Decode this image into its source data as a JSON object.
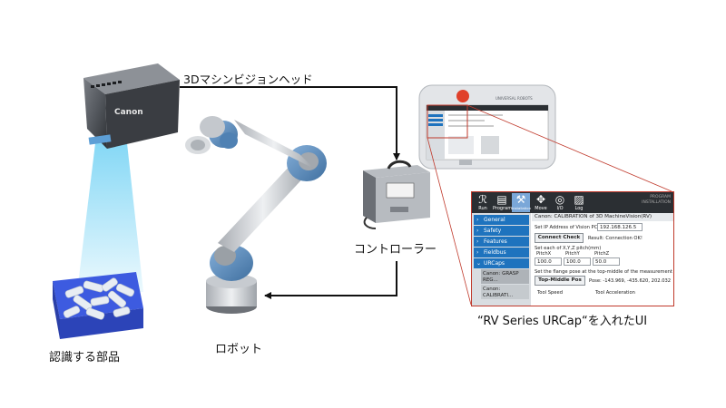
{
  "labels": {
    "vision_head": "3Dマシンビジョンヘッド",
    "controller": "コントローラー",
    "robot": "ロボット",
    "parts": "認識する部品",
    "ui_caption": "“RV Series URCap“を入れたUI"
  },
  "camera": {
    "brand": "Canon"
  },
  "pendant": {
    "brand": "UNIVERSAL ROBOTS"
  },
  "ui": {
    "top_buttons": [
      {
        "icon": "ur-logo-icon",
        "label": "Run"
      },
      {
        "icon": "program-icon",
        "label": "Program"
      },
      {
        "icon": "installation-icon",
        "label": "Installation"
      },
      {
        "icon": "move-icon",
        "label": "Move"
      },
      {
        "icon": "io-icon",
        "label": "I/O"
      },
      {
        "icon": "log-icon",
        "label": "Log"
      }
    ],
    "status": {
      "line1": "PROGRAM",
      "line2": "INSTALLATION"
    },
    "sidebar": {
      "items": [
        "General",
        "Safety",
        "Features",
        "Fieldbus",
        "URCaps"
      ],
      "subitems": [
        "Canon: GRASP REG...",
        "Canon: CALIBRATI..."
      ]
    },
    "main": {
      "title": "Canon: CALIBRATION of 3D MachineVision(RV)",
      "ip_label": "Set IP Address of Vision PC:",
      "ip_value": "192.168.126.5",
      "connect_button": "Connect Check",
      "result": "Result: Connection OK!",
      "pitch_label": "Set each of X,Y,Z pitch(mm)",
      "pitch_headers": [
        "PitchX",
        "PitchY",
        "PitchZ"
      ],
      "pitch_values": [
        "100.0",
        "100.0",
        "50.0"
      ],
      "flange_label": "Set the flange pose at the top-middle of the measurement",
      "top_middle_button": "Top-Middle Pos",
      "pose": "Pose: -143.969, -435.620, 202.032",
      "tool_speed": "Tool Speed",
      "tool_accel": "Tool Acceleration"
    }
  },
  "colors": {
    "arrow": "#111111",
    "zoom_frame": "#c0392b",
    "ui_blue": "#1e73be",
    "scan_beam": "#7fd6f5",
    "parts_box": "#3d5be0",
    "robot_joint": "#5f8fbf"
  }
}
